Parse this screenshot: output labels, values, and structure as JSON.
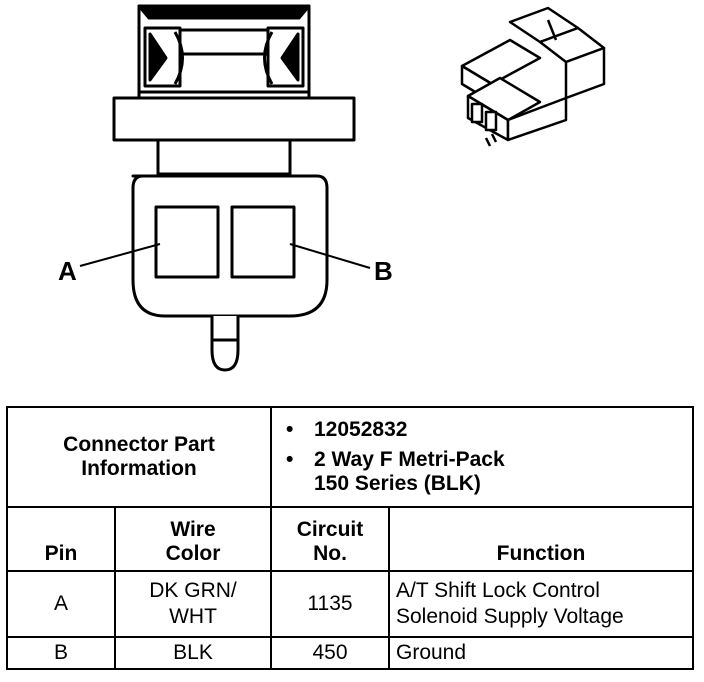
{
  "pins_diagram": {
    "pin_a_label": "A",
    "pin_b_label": "B"
  },
  "connector_info": {
    "label_line1": "Connector Part",
    "label_line2": "Information",
    "part_number": "12052832",
    "description_line1": "2 Way F Metri-Pack",
    "description_line2": "150 Series (BLK)"
  },
  "headers": {
    "pin": "Pin",
    "wire_color_line1": "Wire",
    "wire_color_line2": "Color",
    "circuit_line1": "Circuit",
    "circuit_line2": "No.",
    "function": "Function"
  },
  "rows": [
    {
      "pin": "A",
      "wire_color_line1": "DK GRN/",
      "wire_color_line2": "WHT",
      "circuit": "1135",
      "function_line1": "A/T Shift Lock Control",
      "function_line2": "Solenoid Supply Voltage"
    },
    {
      "pin": "B",
      "wire_color_line1": "BLK",
      "wire_color_line2": "",
      "circuit": "450",
      "function_line1": "Ground",
      "function_line2": ""
    }
  ]
}
